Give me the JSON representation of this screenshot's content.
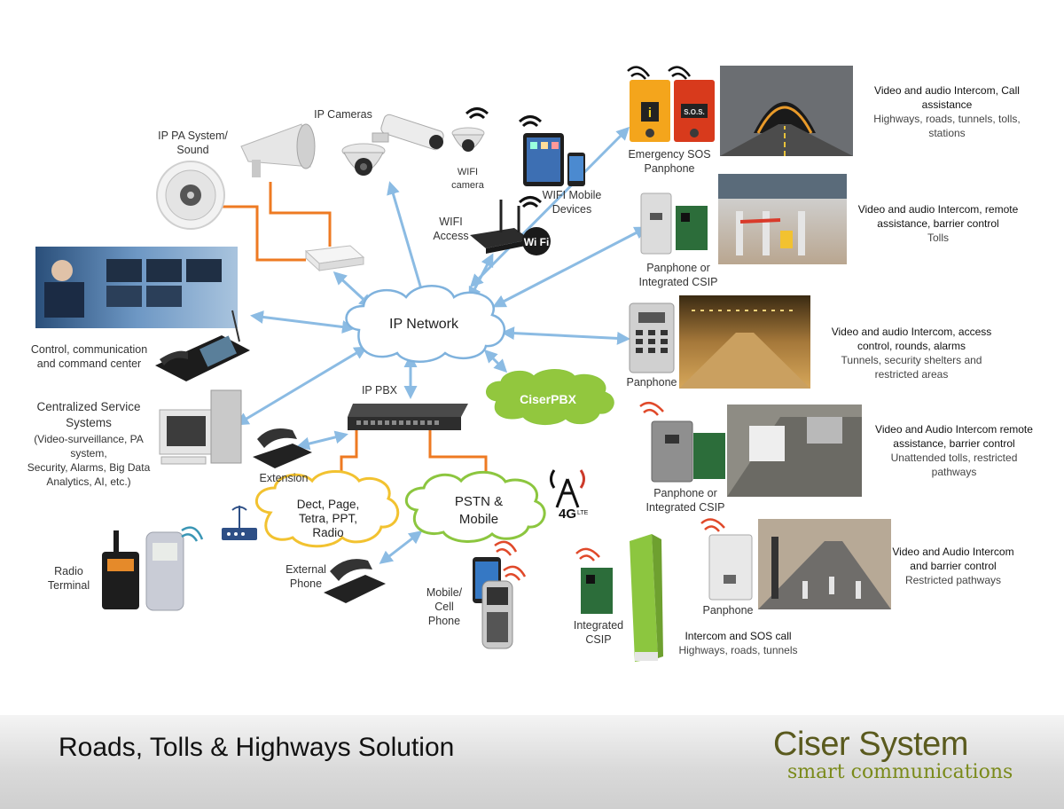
{
  "network": {
    "ip_network": "IP Network",
    "ciserpbx": "CiserPBX",
    "ip_pbx": "IP PBX",
    "pstn_line1": "PSTN &",
    "pstn_line2": "Mobile",
    "dect_lines": [
      "Dect, Page,",
      "Tetra, PPT,",
      "Radio"
    ],
    "lte": "4G",
    "lte_small": "LTE",
    "wifi_logo": "Wi Fi"
  },
  "left": {
    "ip_pa": [
      "IP PA System/",
      "Sound"
    ],
    "ip_cameras": "IP Cameras",
    "wifi_camera": [
      "WIFI",
      "camera"
    ],
    "wifi_mobile": [
      "WIFI Mobile",
      "Devices"
    ],
    "wifi_access": [
      "WIFI",
      "Access"
    ],
    "control_center": [
      "Control, communication",
      "and command center"
    ],
    "centralized_title": [
      "Centralized Service",
      "Systems"
    ],
    "centralized_sub": [
      "(Video-surveillance, PA",
      "system,",
      "Security, Alarms, Big Data",
      "Analytics, AI, etc.)"
    ],
    "extension": "Extension",
    "external_phone": [
      "External",
      "Phone"
    ],
    "radio_terminal": [
      "Radio",
      "Terminal"
    ],
    "mobile_phone": [
      "Mobile/",
      "Cell",
      "Phone"
    ]
  },
  "right": {
    "devices": [
      {
        "label": [
          "Emergency SOS",
          "Panphone"
        ],
        "sign1": "i",
        "sign2": "S.O.S."
      },
      {
        "label": [
          "Panphone or",
          "Integrated CSIP"
        ]
      },
      {
        "label": [
          "Panphone"
        ]
      },
      {
        "label": [
          "Panphone or",
          "Integrated CSIP"
        ]
      },
      {
        "label": [
          "Panphone"
        ]
      },
      {
        "label": [
          "Integrated",
          "CSIP"
        ]
      }
    ],
    "descriptions": [
      {
        "title": [
          "Video and audio Intercom, Call",
          "assistance"
        ],
        "sub": [
          "Highways, roads, tunnels, tolls,",
          "stations"
        ]
      },
      {
        "title": [
          "Video and audio Intercom, remote",
          "assistance, barrier control"
        ],
        "sub": [
          "Tolls"
        ]
      },
      {
        "title": [
          "Video and audio Intercom, access",
          "control, rounds, alarms"
        ],
        "sub": [
          "Tunnels, security shelters and",
          "restricted areas"
        ]
      },
      {
        "title": [
          "Video and Audio Intercom remote",
          "assistance, barrier control"
        ],
        "sub": [
          "Unattended tolls, restricted",
          "pathways"
        ]
      },
      {
        "title": [
          "Video and Audio Intercom",
          "and barrier control"
        ],
        "sub": [
          "Restricted pathways"
        ]
      },
      {
        "title": [
          "Intercom and SOS call"
        ],
        "sub": [
          "Highways, roads, tunnels"
        ]
      }
    ]
  },
  "footer": {
    "title": "Roads, Tolls & Highways Solution",
    "brand_name": "Ciser System",
    "brand_tagline": "smart communications"
  },
  "colors": {
    "arrow": "#8bbbe3",
    "orange_line": "#ee7a22",
    "cloud_blue_stroke": "#7fb2dd",
    "cloud_green": "#92c73e",
    "cloud_yellow_stroke": "#f2c230",
    "cloud_green_stroke": "#8cc63f",
    "brand_green": "#7a8a1a"
  }
}
